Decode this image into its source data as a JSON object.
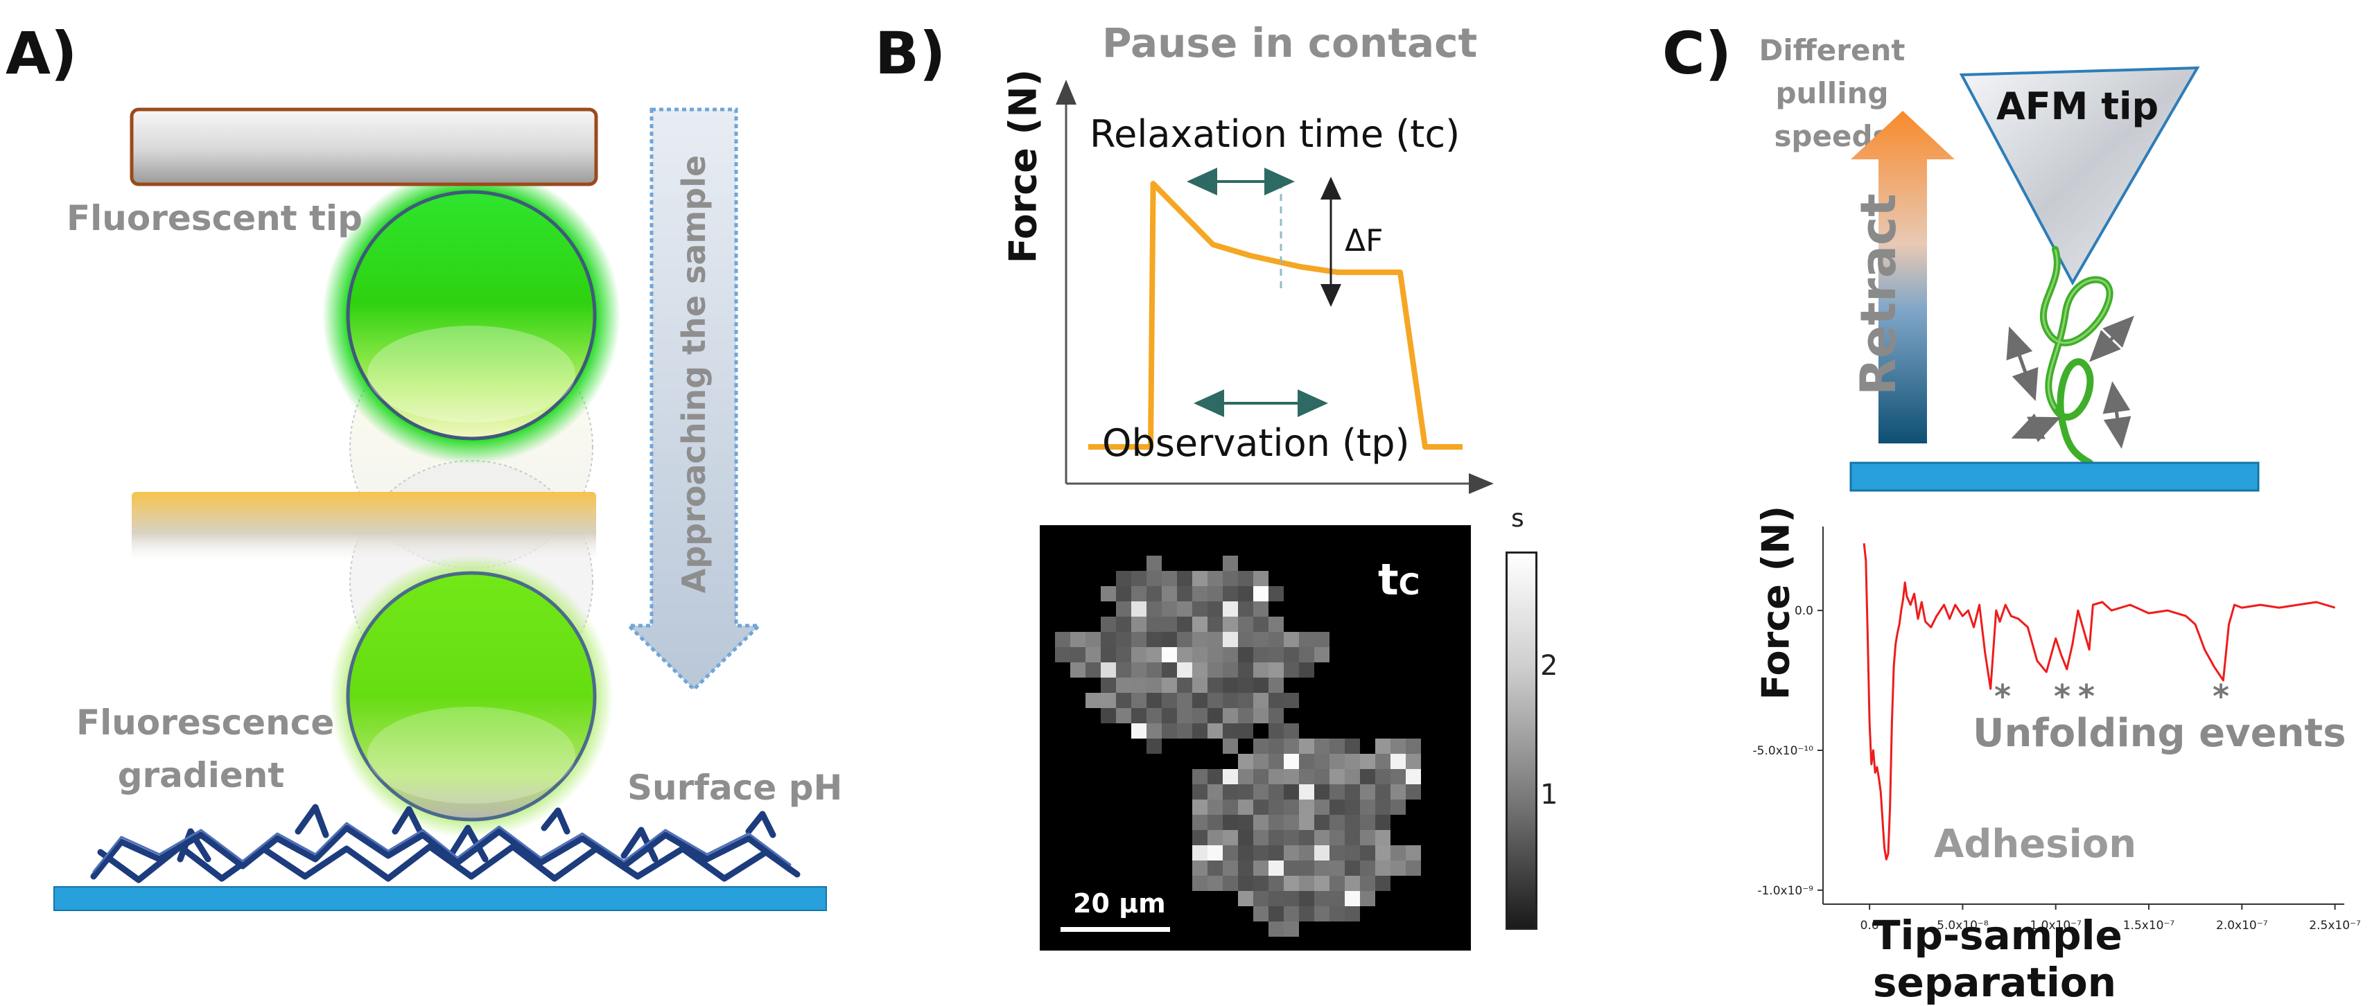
{
  "panels": {
    "a": {
      "label": "A)",
      "fluorescent_tip": "Fluorescent tip",
      "approaching": "Approaching the sample",
      "fluorescence_gradient_line1": "Fluorescence",
      "fluorescence_gradient_line2": "gradient",
      "surface_ph": "Surface pH"
    },
    "b": {
      "label": "B)",
      "pause": "Pause in contact",
      "force_axis": "Force (N)",
      "relaxation": "Relaxation time (tc)",
      "delta_f": "ΔF",
      "observation": "Observation (tp)",
      "map_label_main": "t",
      "map_label_sub": "C",
      "colorbar_unit": "s",
      "colorbar_ticks": [
        "2",
        "1"
      ],
      "scalebar": "20 μm"
    },
    "c": {
      "label": "C)",
      "speeds_line1": "Different",
      "speeds_line2": "pulling",
      "speeds_line3": "speeds",
      "retract": "Retract",
      "afm_tip": "AFM tip",
      "force_axis": "Force (N)",
      "xlabel": "Tip-sample separation",
      "unfolding": "Unfolding events",
      "adhesion": "Adhesion",
      "event_marker": "*"
    }
  },
  "chart_data": [
    {
      "type": "line",
      "title": "",
      "xlabel": "",
      "ylabel": "Force (N)",
      "series": [
        {
          "x": [
            0,
            0.5,
            0.52,
            1.0,
            1.3,
            1.5,
            1.7,
            2.0,
            2.5,
            2.7,
            3.0
          ],
          "values": [
            0.05,
            0.05,
            1.0,
            0.78,
            0.74,
            0.72,
            0.7,
            0.68,
            0.68,
            0.05,
            0.05
          ]
        }
      ],
      "annotations": [
        "Relaxation time (tc)",
        "ΔF",
        "Observation (tp)"
      ],
      "color": "#f5a623"
    },
    {
      "type": "line",
      "xlabel": "Tip-sample separation",
      "ylabel": "Force (N)",
      "xlim": [
        -2.5e-08,
        2.55e-07
      ],
      "ylim": [
        -1.05e-09,
        3e-10
      ],
      "x_ticks": [
        "0.0",
        "5.0x10⁻⁸",
        "1.0x10⁻⁷",
        "1.5x10⁻⁷",
        "2.0x10⁻⁷",
        "2.5x10⁻⁷"
      ],
      "y_ticks": [
        "0.0",
        "-5.0x10⁻¹⁰",
        "-1.0x10⁻⁹"
      ],
      "x_tick_values": [
        0,
        5e-08,
        1e-07,
        1.5e-07,
        2e-07,
        2.5e-07
      ],
      "y_tick_values": [
        0,
        -5e-10,
        -1e-09
      ],
      "series": [
        {
          "name": "",
          "x": [
            -3e-09,
            -2e-09,
            -1e-09,
            0,
            1e-09,
            2e-09,
            3e-09,
            4e-09,
            5e-09,
            6e-09,
            7e-09,
            8e-09,
            9e-09,
            1e-08,
            1.1e-08,
            1.2e-08,
            1.3e-08,
            1.4e-08,
            1.5e-08,
            1.6e-08,
            1.7e-08,
            1.8e-08,
            1.9e-08,
            2e-08,
            2.2e-08,
            2.4e-08,
            2.6e-08,
            2.8e-08,
            3e-08,
            3.3e-08,
            3.6e-08,
            4e-08,
            4.3e-08,
            4.6e-08,
            5e-08,
            5.3e-08,
            5.6e-08,
            5.9e-08,
            6.2e-08,
            6.5e-08,
            6.8e-08,
            7e-08,
            7.3e-08,
            7.6e-08,
            8e-08,
            8.5e-08,
            9e-08,
            9.5e-08,
            1e-07,
            1.03e-07,
            1.06e-07,
            1.09e-07,
            1.12e-07,
            1.15e-07,
            1.18e-07,
            1.2e-07,
            1.25e-07,
            1.3e-07,
            1.4e-07,
            1.5e-07,
            1.6e-07,
            1.7e-07,
            1.75e-07,
            1.8e-07,
            1.85e-07,
            1.9e-07,
            1.93e-07,
            1.96e-07,
            2e-07,
            2.1e-07,
            2.2e-07,
            2.3e-07,
            2.4e-07,
            2.5e-07
          ],
          "values": [
            2.4e-10,
            1.8e-10,
            -1e-10,
            -4e-10,
            -5.5e-10,
            -5e-10,
            -5.8e-10,
            -5.6e-10,
            -6e-10,
            -6.5e-10,
            -7.5e-10,
            -8.5e-10,
            -8.9e-10,
            -8.7e-10,
            -7e-10,
            -4e-10,
            -2e-10,
            -1.2e-10,
            -8e-11,
            -5e-11,
            0,
            4e-11,
            1e-10,
            5e-11,
            2e-11,
            6e-11,
            -3e-11,
            3e-11,
            -4e-11,
            -6e-11,
            -2e-11,
            2e-11,
            -3e-11,
            2e-11,
            -2e-11,
            0,
            -6e-11,
            2e-11,
            -1.5e-10,
            -2.8e-10,
            0,
            -4e-11,
            2e-11,
            -2e-11,
            -3e-11,
            -6e-11,
            -1.8e-10,
            -2.2e-10,
            -1e-10,
            -1.6e-10,
            -2.1e-10,
            -1.2e-10,
            0,
            -7e-11,
            -1.4e-10,
            2e-11,
            3e-11,
            0,
            2e-11,
            -1e-11,
            0,
            -2e-11,
            -5e-11,
            -1.4e-10,
            -2e-10,
            -2.5e-10,
            -5e-11,
            2e-11,
            1e-11,
            2e-11,
            1e-11,
            2e-11,
            3e-11,
            1e-11
          ]
        }
      ],
      "annotations": [
        "Unfolding events",
        "Adhesion"
      ],
      "color": "#ee1c1c"
    }
  ]
}
